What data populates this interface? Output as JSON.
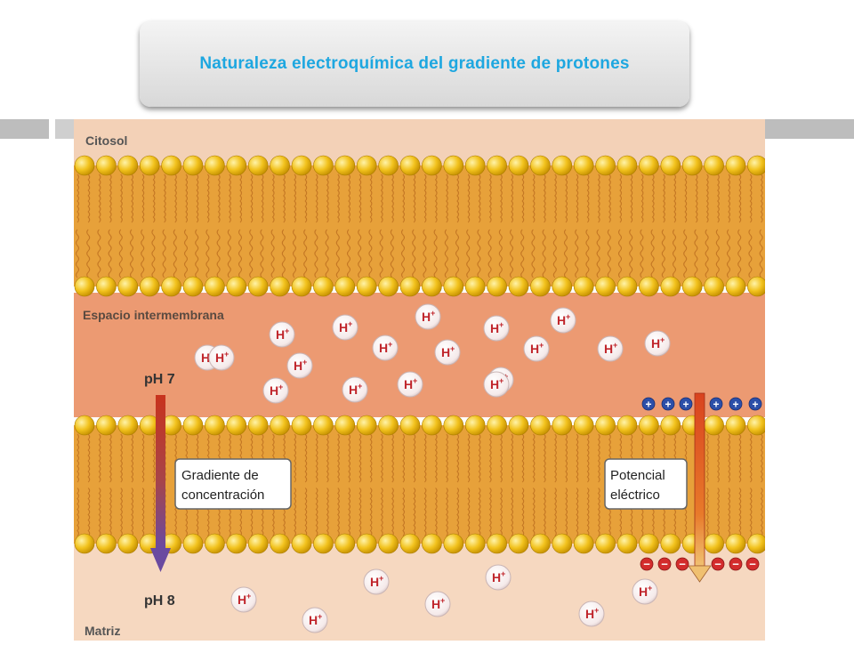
{
  "slide": {
    "title": "Naturaleza electroquímica del gradiente de protones"
  },
  "diagram": {
    "regions": {
      "cytosol": "Citosol",
      "intermembrane": "Espacio intermembrana",
      "matrix": "Matriz"
    },
    "ph_top": "pH 7",
    "ph_bottom": "pH 8",
    "concentration_box": {
      "line1": "Gradiente de",
      "line2": "concentración"
    },
    "potential_box": {
      "line1": "Potencial",
      "line2": "eléctrico"
    },
    "proton_label": "H",
    "proton_charge": "+",
    "positive_sign": "+",
    "negative_sign": "−",
    "colors": {
      "cytosol": "#f3d1b7",
      "intermembrane": "#ec9a72",
      "matrix": "#f6d8c0",
      "tails": "#e7a13a",
      "heads": "#f2c21d",
      "title": "#1ea7e0",
      "positive_ion": "#2c4fa8",
      "negative_ion": "#d32c2c"
    }
  }
}
